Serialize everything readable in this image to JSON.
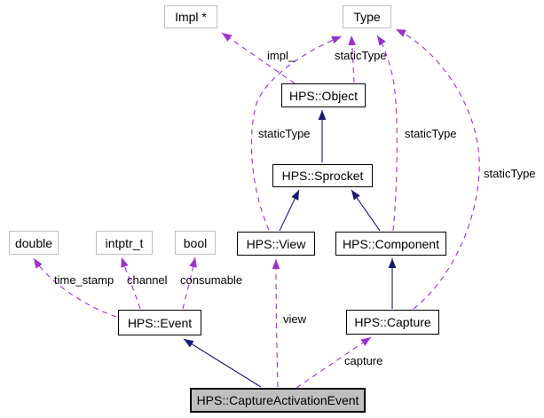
{
  "diagram": {
    "kind": "doxygen-collaboration-graph",
    "colors": {
      "dependency_edge": "#9a32cd",
      "inheritance_edge": "#191970",
      "node_border": "#000000",
      "external_node_border": "#bfbfbf",
      "current_node_fill": "#bfbfbf",
      "background": "#ffffff"
    },
    "nodes": {
      "impl_ptr": {
        "label": "Impl *",
        "kind": "external"
      },
      "type": {
        "label": "Type",
        "kind": "external"
      },
      "hps_object": {
        "label": "HPS::Object",
        "kind": "class"
      },
      "hps_sprocket": {
        "label": "HPS::Sprocket",
        "kind": "class"
      },
      "hps_view": {
        "label": "HPS::View",
        "kind": "class"
      },
      "hps_component": {
        "label": "HPS::Component",
        "kind": "class"
      },
      "double": {
        "label": "double",
        "kind": "external"
      },
      "intptr_t": {
        "label": "intptr_t",
        "kind": "external"
      },
      "bool": {
        "label": "bool",
        "kind": "external"
      },
      "hps_event": {
        "label": "HPS::Event",
        "kind": "class"
      },
      "hps_capture": {
        "label": "HPS::Capture",
        "kind": "class"
      },
      "hps_capture_activation_event": {
        "label": "HPS::CaptureActivationEvent",
        "kind": "current"
      }
    },
    "edge_labels": {
      "impl": "impl_",
      "static_type_object": "staticType",
      "static_type_view": "staticType",
      "static_type_component": "staticType",
      "static_type_capture": "staticType",
      "time_stamp": "time_stamp",
      "channel": "channel",
      "consumable": "consumable",
      "view": "view",
      "capture": "capture"
    },
    "edges": [
      {
        "from": "hps_object",
        "to": "impl_ptr",
        "label": "impl_",
        "style": "dashed"
      },
      {
        "from": "hps_object",
        "to": "type",
        "label": "staticType",
        "style": "dashed"
      },
      {
        "from": "hps_view",
        "to": "type",
        "label": "staticType",
        "style": "dashed"
      },
      {
        "from": "hps_component",
        "to": "type",
        "label": "staticType",
        "style": "dashed"
      },
      {
        "from": "hps_capture",
        "to": "type",
        "label": "staticType",
        "style": "dashed"
      },
      {
        "from": "hps_event",
        "to": "double",
        "label": "time_stamp",
        "style": "dashed"
      },
      {
        "from": "hps_event",
        "to": "intptr_t",
        "label": "channel",
        "style": "dashed"
      },
      {
        "from": "hps_event",
        "to": "bool",
        "label": "consumable",
        "style": "dashed"
      },
      {
        "from": "hps_capture_activation_event",
        "to": "hps_view",
        "label": "view",
        "style": "dashed"
      },
      {
        "from": "hps_capture_activation_event",
        "to": "hps_capture",
        "label": "capture",
        "style": "dashed"
      },
      {
        "from": "hps_sprocket",
        "to": "hps_object",
        "label": "",
        "style": "inheritance"
      },
      {
        "from": "hps_view",
        "to": "hps_sprocket",
        "label": "",
        "style": "inheritance"
      },
      {
        "from": "hps_component",
        "to": "hps_sprocket",
        "label": "",
        "style": "inheritance"
      },
      {
        "from": "hps_capture",
        "to": "hps_component",
        "label": "",
        "style": "inheritance"
      },
      {
        "from": "hps_capture_activation_event",
        "to": "hps_event",
        "label": "",
        "style": "inheritance"
      }
    ]
  }
}
